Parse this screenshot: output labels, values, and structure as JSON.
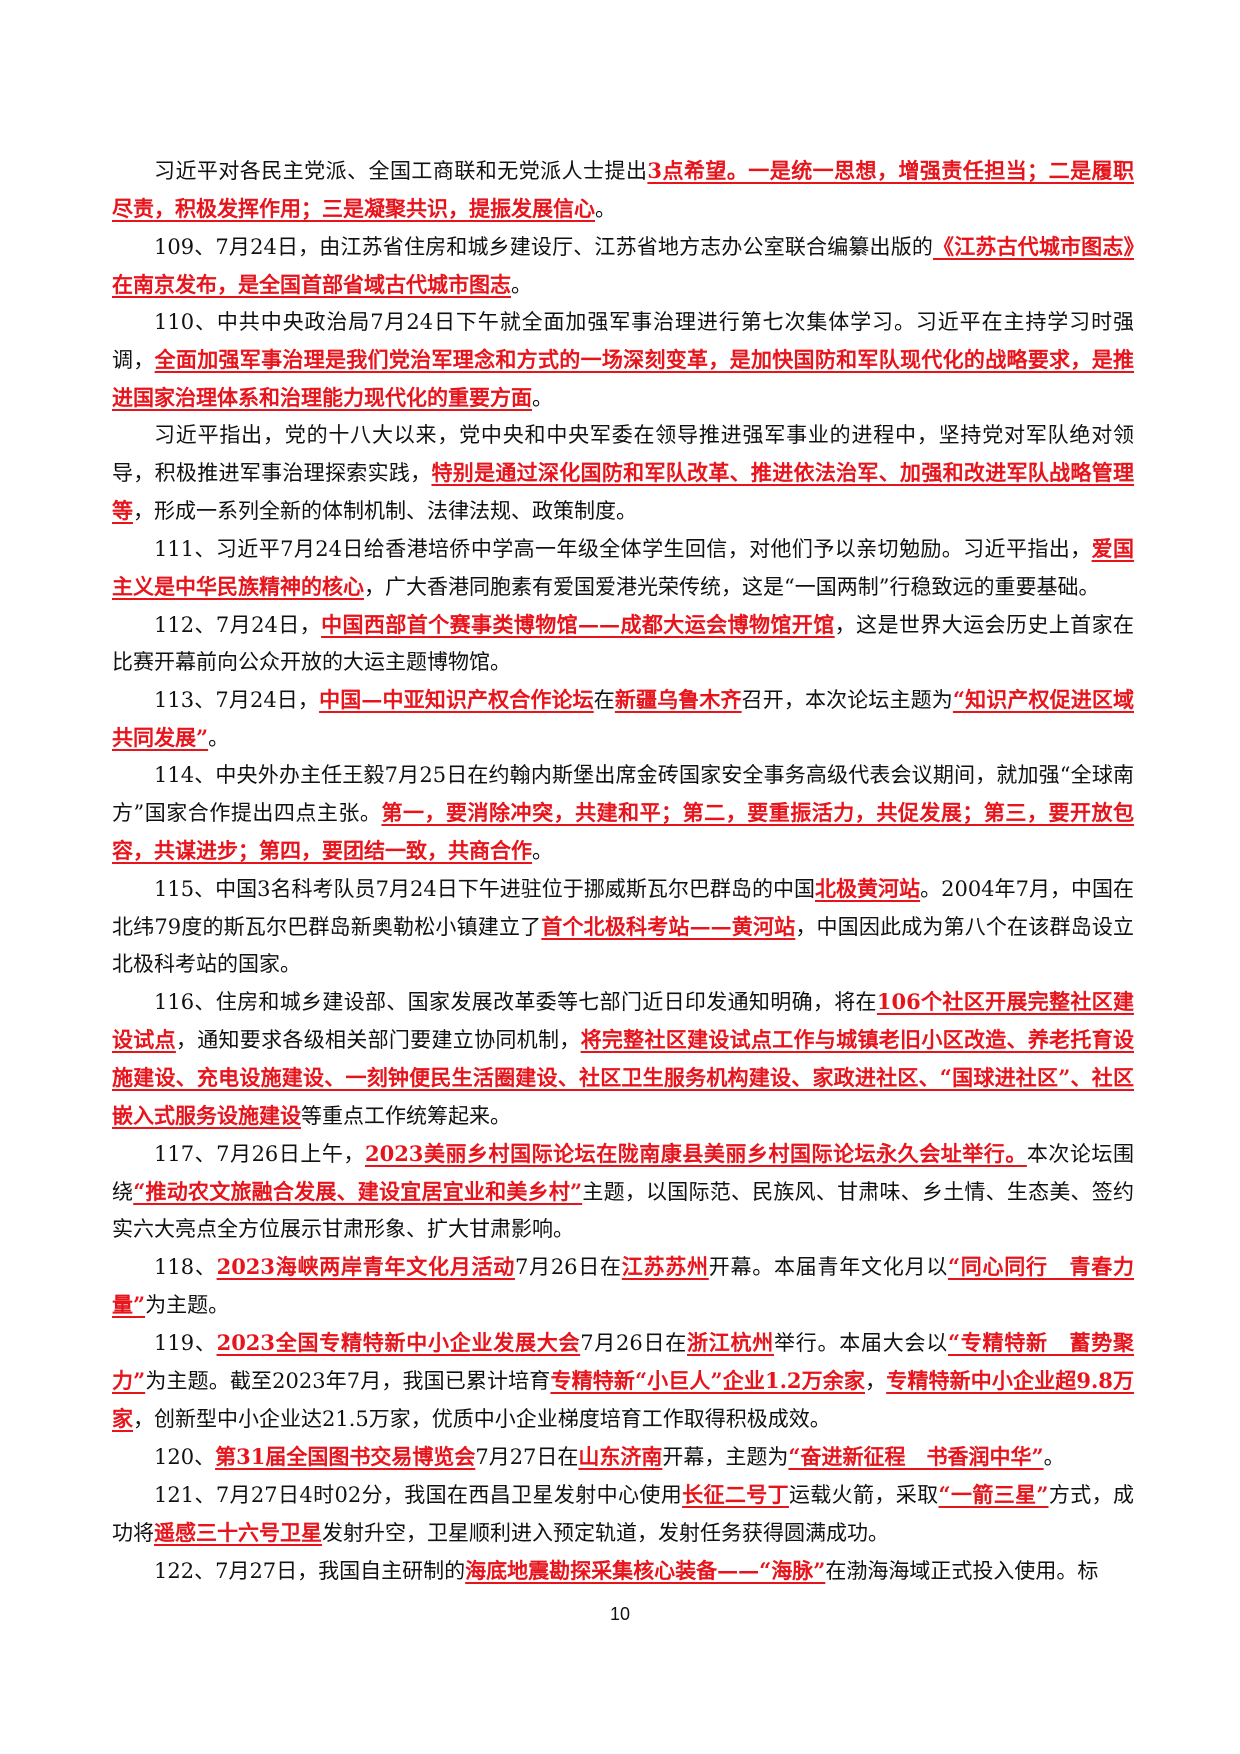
{
  "paragraphs": [
    {
      "segments": [
        {
          "t": "习近平对各民主党派、全国工商联和无党派人士提出",
          "h": false
        },
        {
          "t": "3点希望。一是统一思想，增强责任担当；二是履职尽责，积极发挥作用；三是凝聚共识，提振发展信心",
          "h": true
        },
        {
          "t": "。",
          "h": false
        }
      ]
    },
    {
      "segments": [
        {
          "t": "109、7月24日，由江苏省住房和城乡建设厅、江苏省地方志办公室联合编纂出版的",
          "h": false
        },
        {
          "t": "《江苏古代城市图志》在南京发布，是全国首部省域古代城市图志",
          "h": true
        },
        {
          "t": "。",
          "h": false
        }
      ]
    },
    {
      "segments": [
        {
          "t": "110、中共中央政治局7月24日下午就全面加强军事治理进行第七次集体学习。习近平在主持学习时强调，",
          "h": false
        },
        {
          "t": "全面加强军事治理是我们党治军理念和方式的一场深刻变革，是加快国防和军队现代化的战略要求，是推进国家治理体系和治理能力现代化的重要方面",
          "h": true
        },
        {
          "t": "。",
          "h": false
        }
      ]
    },
    {
      "segments": [
        {
          "t": "习近平指出，党的十八大以来，党中央和中央军委在领导推进强军事业的进程中，坚持党对军队绝对领导，积极推进军事治理探索实践，",
          "h": false
        },
        {
          "t": "特别是通过深化国防和军队改革、推进依法治军、加强和改进军队战略管理等",
          "h": true
        },
        {
          "t": "，形成一系列全新的体制机制、法律法规、政策制度。",
          "h": false
        }
      ]
    },
    {
      "segments": [
        {
          "t": "111、习近平7月24日给香港培侨中学高一年级全体学生回信，对他们予以亲切勉励。习近平指出，",
          "h": false
        },
        {
          "t": "爱国主义是中华民族精神的核心",
          "h": true
        },
        {
          "t": "，广大香港同胞素有爱国爱港光荣传统，这是“一国两制”行稳致远的重要基础。",
          "h": false
        }
      ]
    },
    {
      "segments": [
        {
          "t": "112、7月24日，",
          "h": false
        },
        {
          "t": "中国西部首个赛事类博物馆——成都大运会博物馆开馆",
          "h": true
        },
        {
          "t": "，这是世界大运会历史上首家在比赛开幕前向公众开放的大运主题博物馆。",
          "h": false
        }
      ]
    },
    {
      "segments": [
        {
          "t": "113、7月24日，",
          "h": false
        },
        {
          "t": "中国—中亚知识产权合作论坛",
          "h": true
        },
        {
          "t": "在",
          "h": false
        },
        {
          "t": "新疆乌鲁木齐",
          "h": true
        },
        {
          "t": "召开，本次论坛主题为",
          "h": false
        },
        {
          "t": "“知识产权促进区域共同发展”",
          "h": true
        },
        {
          "t": "。",
          "h": false
        }
      ]
    },
    {
      "segments": [
        {
          "t": "114、中央外办主任王毅7月25日在约翰内斯堡出席金砖国家安全事务高级代表会议期间，就加强“全球南方”国家合作提出四点主张。",
          "h": false
        },
        {
          "t": "第一，要消除冲突，共建和平；第二，要重振活力，共促发展；第三，要开放包容，共谋进步；第四，要团结一致，共商合作",
          "h": true
        },
        {
          "t": "。",
          "h": false
        }
      ]
    },
    {
      "segments": [
        {
          "t": "115、中国3名科考队员7月24日下午进驻位于挪威斯瓦尔巴群岛的中国",
          "h": false
        },
        {
          "t": "北极黄河站",
          "h": true
        },
        {
          "t": "。2004年7月，中国在北纬79度的斯瓦尔巴群岛新奥勒松小镇建立了",
          "h": false
        },
        {
          "t": "首个北极科考站——黄河站",
          "h": true
        },
        {
          "t": "，中国因此成为第八个在该群岛设立北极科考站的国家。",
          "h": false
        }
      ]
    },
    {
      "segments": [
        {
          "t": "116、住房和城乡建设部、国家发展改革委等七部门近日印发通知明确，将在",
          "h": false
        },
        {
          "t": "106个社区开展完整社区建设试点",
          "h": true
        },
        {
          "t": "，通知要求各级相关部门要建立协同机制，",
          "h": false
        },
        {
          "t": "将完整社区建设试点工作与城镇老旧小区改造、养老托育设施建设、充电设施建设、一刻钟便民生活圈建设、社区卫生服务机构建设、家政进社区、“国球进社区”、社区嵌入式服务设施建设",
          "h": true
        },
        {
          "t": "等重点工作统筹起来。",
          "h": false
        }
      ]
    },
    {
      "segments": [
        {
          "t": "117、7月26日上午，",
          "h": false
        },
        {
          "t": "2023美丽乡村国际论坛在陇南康县美丽乡村国际论坛永久会址举行。",
          "h": true
        },
        {
          "t": "本次论坛围绕",
          "h": false
        },
        {
          "t": "“推动农文旅融合发展、建设宜居宜业和美乡村”",
          "h": true
        },
        {
          "t": "主题，以国际范、民族风、甘肃味、乡土情、生态美、签约实六大亮点全方位展示甘肃形象、扩大甘肃影响。",
          "h": false
        }
      ]
    },
    {
      "segments": [
        {
          "t": "118、",
          "h": false
        },
        {
          "t": "2023海峡两岸青年文化月活动",
          "h": true
        },
        {
          "t": "7月26日在",
          "h": false
        },
        {
          "t": "江苏苏州",
          "h": true
        },
        {
          "t": "开幕。本届青年文化月以",
          "h": false
        },
        {
          "t": "“同心同行　青春力量”",
          "h": true
        },
        {
          "t": "为主题。",
          "h": false
        }
      ]
    },
    {
      "segments": [
        {
          "t": "119、",
          "h": false
        },
        {
          "t": "2023全国专精特新中小企业发展大会",
          "h": true
        },
        {
          "t": "7月26日在",
          "h": false
        },
        {
          "t": "浙江杭州",
          "h": true
        },
        {
          "t": "举行。本届大会以",
          "h": false
        },
        {
          "t": "“专精特新　蓄势聚力”",
          "h": true
        },
        {
          "t": "为主题。截至2023年7月，我国已累计培育",
          "h": false
        },
        {
          "t": "专精特新“小巨人”企业1.2万余家",
          "h": true
        },
        {
          "t": "，",
          "h": false
        },
        {
          "t": "专精特新中小企业超9.8万家",
          "h": true
        },
        {
          "t": "，创新型中小企业达21.5万家，优质中小企业梯度培育工作取得积极成效。",
          "h": false
        }
      ]
    },
    {
      "segments": [
        {
          "t": "120、",
          "h": false
        },
        {
          "t": "第31届全国图书交易博览会",
          "h": true
        },
        {
          "t": "7月27日在",
          "h": false
        },
        {
          "t": "山东济南",
          "h": true
        },
        {
          "t": "开幕，主题为",
          "h": false
        },
        {
          "t": "“奋进新征程　书香润中华”",
          "h": true
        },
        {
          "t": "。",
          "h": false
        }
      ]
    },
    {
      "segments": [
        {
          "t": "121、7月27日4时02分，我国在西昌卫星发射中心使用",
          "h": false
        },
        {
          "t": "长征二号丁",
          "h": true
        },
        {
          "t": "运载火箭，采取",
          "h": false
        },
        {
          "t": "“一箭三星”",
          "h": true
        },
        {
          "t": "方式，成功将",
          "h": false
        },
        {
          "t": "遥感三十六号卫星",
          "h": true
        },
        {
          "t": "发射升空，卫星顺利进入预定轨道，发射任务获得圆满成功。",
          "h": false
        }
      ]
    },
    {
      "segments": [
        {
          "t": "122、7月27日，我国自主研制的",
          "h": false
        },
        {
          "t": "海底地震勘探采集核心装备——“海脉”",
          "h": true
        },
        {
          "t": "在渤海海域正式投入使用。标",
          "h": false
        }
      ]
    }
  ],
  "page_number": "10",
  "colors": {
    "highlight": "#e8141c",
    "text": "#111111"
  }
}
